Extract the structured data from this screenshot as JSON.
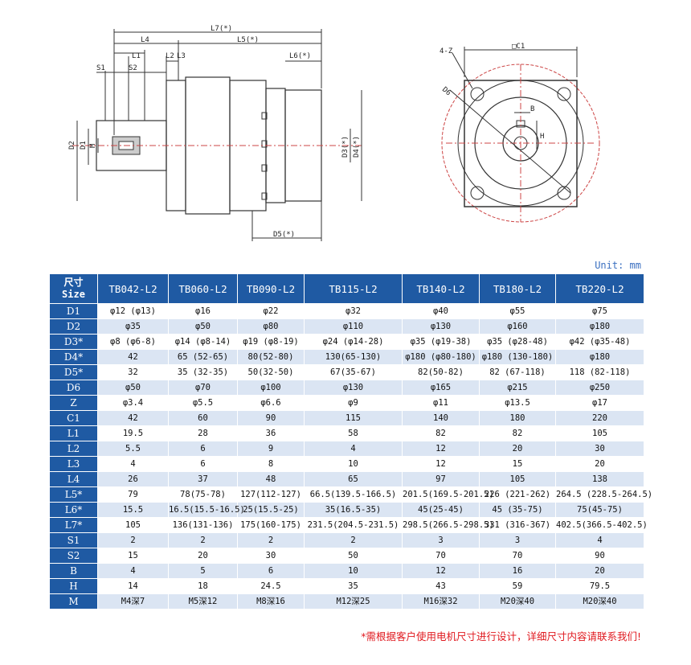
{
  "drawing": {
    "side_labels": [
      "L7(*)",
      "L4",
      "L5(*)",
      "L1",
      "L2",
      "L3",
      "L6(*)",
      "S1",
      "S2",
      "D2",
      "D1",
      "M",
      "D3(*)",
      "D4(*)",
      "D5(*)"
    ],
    "front_labels": [
      "4-Z",
      "□C1",
      "D6",
      "B",
      "H"
    ]
  },
  "unit_label": "Unit: mm",
  "table": {
    "corner_top": "尺寸",
    "corner_bottom": "Size",
    "models": [
      "TB042-L2",
      "TB060-L2",
      "TB090-L2",
      "TB115-L2",
      "TB140-L2",
      "TB180-L2",
      "TB220-L2"
    ],
    "rows": [
      {
        "label": "D1",
        "values": [
          "φ12 (φ13)",
          "φ16",
          "φ22",
          "φ32",
          "φ40",
          "φ55",
          "φ75"
        ]
      },
      {
        "label": "D2",
        "values": [
          "φ35",
          "φ50",
          "φ80",
          "φ110",
          "φ130",
          "φ160",
          "φ180"
        ]
      },
      {
        "label": "D3*",
        "values": [
          "φ8 (φ6-8)",
          "φ14 (φ8-14)",
          "φ19 (φ8-19)",
          "φ24 (φ14-28)",
          "φ35 (φ19-38)",
          "φ35 (φ28-48)",
          "φ42 (φ35-48)"
        ]
      },
      {
        "label": "D4*",
        "values": [
          "42",
          "65 (52-65)",
          "80(52-80)",
          "130(65-130)",
          "φ180 (φ80-180)",
          "φ180 (130-180)",
          "φ180"
        ]
      },
      {
        "label": "D5*",
        "values": [
          "32",
          "35 (32-35)",
          "50(32-50)",
          "67(35-67)",
          "82(50-82)",
          "82 (67-118)",
          "118 (82-118)"
        ]
      },
      {
        "label": "D6",
        "values": [
          "φ50",
          "φ70",
          "φ100",
          "φ130",
          "φ165",
          "φ215",
          "φ250"
        ]
      },
      {
        "label": "Z",
        "values": [
          "φ3.4",
          "φ5.5",
          "φ6.6",
          "φ9",
          "φ11",
          "φ13.5",
          "φ17"
        ]
      },
      {
        "label": "C1",
        "values": [
          "42",
          "60",
          "90",
          "115",
          "140",
          "180",
          "220"
        ]
      },
      {
        "label": "L1",
        "values": [
          "19.5",
          "28",
          "36",
          "58",
          "82",
          "82",
          "105"
        ]
      },
      {
        "label": "L2",
        "values": [
          "5.5",
          "6",
          "9",
          "4",
          "12",
          "20",
          "30"
        ]
      },
      {
        "label": "L3",
        "values": [
          "4",
          "6",
          "8",
          "10",
          "12",
          "15",
          "20"
        ]
      },
      {
        "label": "L4",
        "values": [
          "26",
          "37",
          "48",
          "65",
          "97",
          "105",
          "138"
        ]
      },
      {
        "label": "L5*",
        "values": [
          "79",
          "78(75-78)",
          "127(112-127)",
          "66.5(139.5-166.5)",
          "201.5(169.5-201.5)",
          "226 (221-262)",
          "264.5 (228.5-264.5)"
        ]
      },
      {
        "label": "L6*",
        "values": [
          "15.5",
          "16.5(15.5-16.5)",
          "25(15.5-25)",
          "35(16.5-35)",
          "45(25-45)",
          "45 (35-75)",
          "75(45-75)"
        ]
      },
      {
        "label": "L7*",
        "values": [
          "105",
          "136(131-136)",
          "175(160-175)",
          "231.5(204.5-231.5)",
          "298.5(266.5-298.5)",
          "331 (316-367)",
          "402.5(366.5-402.5)"
        ]
      },
      {
        "label": "S1",
        "values": [
          "2",
          "2",
          "2",
          "2",
          "3",
          "3",
          "4"
        ]
      },
      {
        "label": "S2",
        "values": [
          "15",
          "20",
          "30",
          "50",
          "70",
          "70",
          "90"
        ]
      },
      {
        "label": "B",
        "values": [
          "4",
          "5",
          "6",
          "10",
          "12",
          "16",
          "20"
        ]
      },
      {
        "label": "H",
        "values": [
          "14",
          "18",
          "24.5",
          "35",
          "43",
          "59",
          "79.5"
        ]
      },
      {
        "label": "M",
        "values": [
          "M4深7",
          "M5深12",
          "M8深16",
          "M12深25",
          "M16深32",
          "M20深40",
          "M20深40"
        ]
      }
    ]
  },
  "footnote": "*需根据客户使用电机尺寸进行设计，详细尺寸内容请联系我们!"
}
